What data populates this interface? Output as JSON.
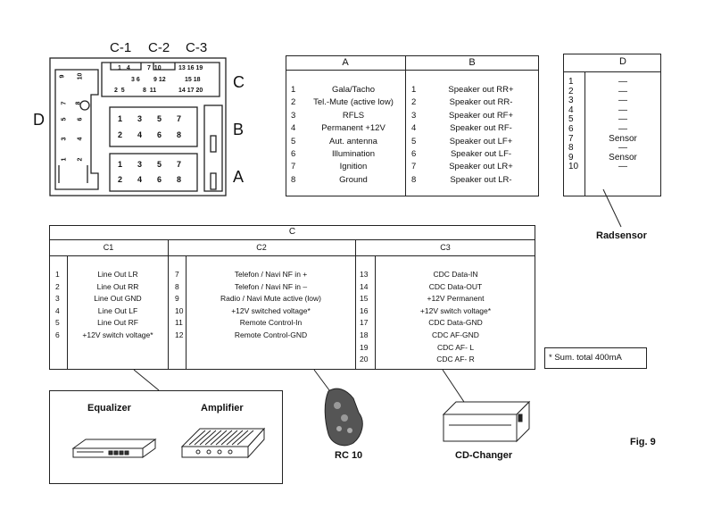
{
  "connector": {
    "labels": {
      "c1": "C-1",
      "c2": "C-2",
      "c3": "C-3",
      "c": "C",
      "b": "B",
      "a": "A",
      "d": "D"
    },
    "c_top_row": [
      "1",
      "4",
      "7",
      "10",
      "13",
      "16",
      "19"
    ],
    "c_mid_row": [
      "3",
      "6",
      "9",
      "12",
      "15",
      "18"
    ],
    "c_bot_row": [
      "2",
      "5",
      "8",
      "11",
      "14",
      "17",
      "20"
    ],
    "d_top": [
      "9",
      "10"
    ],
    "d_mid1": [
      "7",
      "8"
    ],
    "d_mid2": [
      "5",
      "6"
    ],
    "d_mid3": [
      "3",
      "4"
    ],
    "d_bot": [
      "1",
      "2"
    ],
    "block_pins_top": [
      "1",
      "3",
      "5",
      "7"
    ],
    "block_pins_bot": [
      "2",
      "4",
      "6",
      "8"
    ]
  },
  "table_ab": {
    "col_a_header": "A",
    "col_b_header": "B",
    "rows": [
      {
        "a_num": "1",
        "a_label": "Gala/Tacho",
        "b_num": "1",
        "b_label": "Speaker out RR+"
      },
      {
        "a_num": "2",
        "a_label": "Tel.-Mute (active low)",
        "b_num": "2",
        "b_label": "Speaker out RR-"
      },
      {
        "a_num": "3",
        "a_label": "RFLS",
        "b_num": "3",
        "b_label": "Speaker out RF+"
      },
      {
        "a_num": "4",
        "a_label": "Permanent +12V",
        "b_num": "4",
        "b_label": "Speaker out RF-"
      },
      {
        "a_num": "5",
        "a_label": "Aut. antenna",
        "b_num": "5",
        "b_label": "Speaker out LF+"
      },
      {
        "a_num": "6",
        "a_label": "Illumination",
        "b_num": "6",
        "b_label": "Speaker out LF-"
      },
      {
        "a_num": "7",
        "a_label": "Ignition",
        "b_num": "7",
        "b_label": "Speaker out LR+"
      },
      {
        "a_num": "8",
        "a_label": "Ground",
        "b_num": "8",
        "b_label": "Speaker out LR-"
      }
    ]
  },
  "table_d": {
    "header": "D",
    "rows": [
      {
        "num": "1",
        "label": "—"
      },
      {
        "num": "2",
        "label": "—"
      },
      {
        "num": "3",
        "label": "—"
      },
      {
        "num": "4",
        "label": "—"
      },
      {
        "num": "5",
        "label": "—"
      },
      {
        "num": "6",
        "label": "—"
      },
      {
        "num": "7",
        "label": "Sensor"
      },
      {
        "num": "8",
        "label": "—"
      },
      {
        "num": "9",
        "label": "Sensor"
      },
      {
        "num": "10",
        "label": "—"
      }
    ],
    "caption": "Radsensor"
  },
  "table_c": {
    "header": "C",
    "c1_header": "C1",
    "c2_header": "C2",
    "c3_header": "C3",
    "c1_rows": [
      {
        "num": "1",
        "label": "Line Out LR"
      },
      {
        "num": "2",
        "label": "Line Out RR"
      },
      {
        "num": "3",
        "label": "Line Out GND"
      },
      {
        "num": "4",
        "label": "Line Out LF"
      },
      {
        "num": "5",
        "label": "Line Out RF"
      },
      {
        "num": "6",
        "label": "+12V switch voltage*"
      }
    ],
    "c2_rows": [
      {
        "num": "7",
        "label": "Telefon / Navi NF  in +"
      },
      {
        "num": "8",
        "label": "Telefon / Navi NF  in –"
      },
      {
        "num": "9",
        "label": "Radio / Navi Mute active (low)"
      },
      {
        "num": "10",
        "label": "+12V switched voltage*"
      },
      {
        "num": "11",
        "label": "Remote Control-In"
      },
      {
        "num": "12",
        "label": "Remote Control-GND"
      }
    ],
    "c3_rows": [
      {
        "num": "13",
        "label": "CDC Data-IN"
      },
      {
        "num": "14",
        "label": "CDC Data-OUT"
      },
      {
        "num": "15",
        "label": "+12V Permanent"
      },
      {
        "num": "16",
        "label": "+12V switch voltage*"
      },
      {
        "num": "17",
        "label": "CDC Data-GND"
      },
      {
        "num": "18",
        "label": "CDC AF-GND"
      },
      {
        "num": "19",
        "label": "CDC AF- L"
      },
      {
        "num": "20",
        "label": "CDC AF- R"
      }
    ]
  },
  "note": "* Sum. total 400mA",
  "devices": {
    "equalizer": "Equalizer",
    "amplifier": "Amplifier",
    "rc10": "RC 10",
    "cd_changer": "CD-Changer"
  },
  "figure_label": "Fig. 9"
}
